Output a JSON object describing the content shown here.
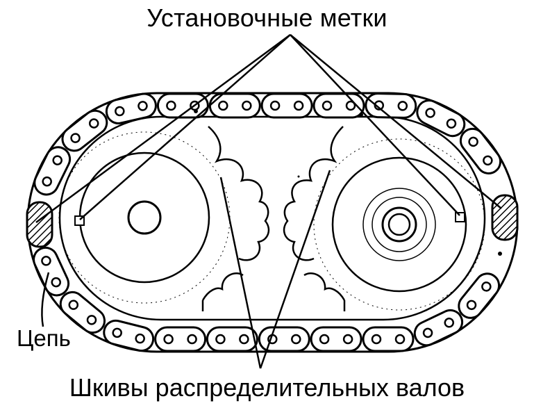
{
  "labels": {
    "timing_marks": "Установочные метки",
    "chain": "Цепь",
    "camshaft_sprockets": "Шкивы распределительных валов"
  },
  "colors": {
    "ink": "#000000",
    "paper": "#ffffff"
  }
}
